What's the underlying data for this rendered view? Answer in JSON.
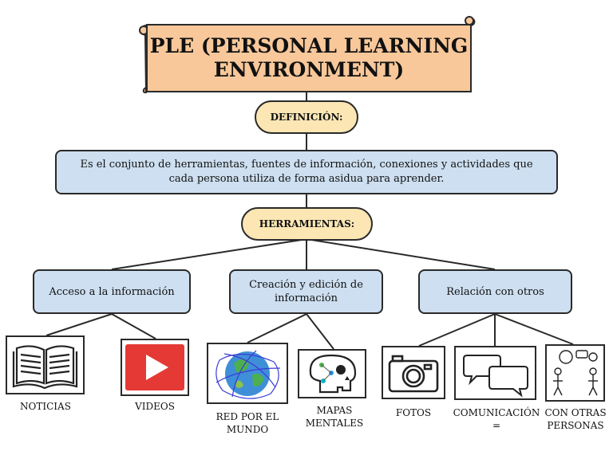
{
  "title": "PLE (PERSONAL LEARNING ENVIRONMENT)",
  "definition_label": "DEFINICIÓN:",
  "definition_text": "Es el conjunto de herramientas, fuentes de información, conexiones y actividades que cada persona utiliza de forma asidua para aprender.",
  "tools_label": "HERRAMIENTAS:",
  "categories": [
    {
      "label": "Acceso a la información"
    },
    {
      "label": "Creación y edición de información"
    },
    {
      "label": "Relación con otros"
    }
  ],
  "items": [
    {
      "caption": "NOTICIAS",
      "icon": "book-icon"
    },
    {
      "caption": "VIDEOS",
      "icon": "video-play-icon"
    },
    {
      "caption": "RED POR EL MUNDO",
      "icon": "globe-network-icon"
    },
    {
      "caption": "MAPAS MENTALES",
      "icon": "skull-mindmap-icon"
    },
    {
      "caption": "FOTOS",
      "icon": "camera-icon"
    },
    {
      "caption": "COMUNICACIÓN =",
      "icon": "speech-bubbles-icon"
    },
    {
      "caption": "CON OTRAS PERSONAS",
      "icon": "people-talking-icon"
    }
  ],
  "colors": {
    "title_fill": "#f8c89a",
    "pill_fill": "#fbe6b4",
    "box_fill": "#cddff0",
    "play_red": "#e53935"
  }
}
